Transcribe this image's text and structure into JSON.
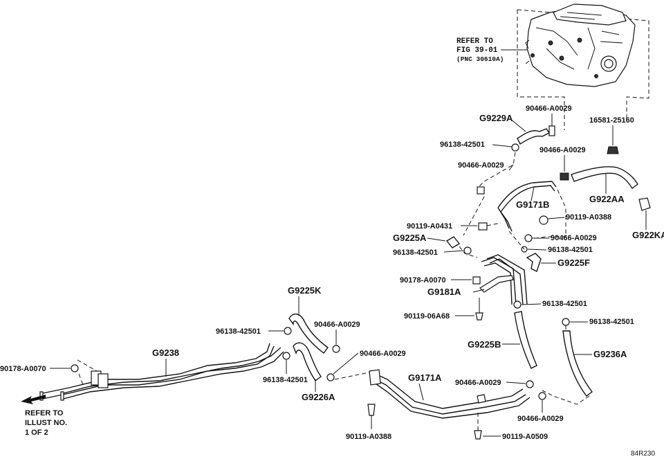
{
  "labels": {
    "refer_fig": [
      "REFER TO",
      "FIG 39-01",
      "(PNC 30610A)"
    ],
    "refer_illust": [
      "REFER TO",
      "ILLUST NO.",
      "1 OF 2"
    ],
    "corner_code": "84R230",
    "g9229a": "G9229A",
    "p90466_top": "90466-A0029",
    "p16581": "16581-25160",
    "p96138_a": "96138-42501",
    "p90466_b": "90466-A0029",
    "p90466_c": "90466-A0029",
    "g922aa": "G922AA",
    "g9171b": "G9171B",
    "g922ka": "G922KA",
    "p90119_a0388_a": "90119-A0388",
    "p90119_a0431": "90119-A0431",
    "g9225a": "G9225A",
    "p90466_d": "90466-A0029",
    "p96138_b": "96138-42501",
    "p96138_c": "96138-42501",
    "g9225f": "G9225F",
    "p90178_a": "90178-A0070",
    "g9181a": "G9181A",
    "g9225k": "G9225K",
    "p96138_d": "96138-42501",
    "p90119_06a68": "90119-06A68",
    "p96138_e": "96138-42501",
    "p96138_f": "96138-42501",
    "p90466_e": "90466-A0029",
    "g9238": "G9238",
    "p90466_f": "90466-A0029",
    "g9225b": "G9225B",
    "g9236a": "G9236A",
    "p90178_b": "90178-A0070",
    "p96138_g": "96138-42501",
    "g9226a": "G9226A",
    "g9171a": "G9171A",
    "p90466_g": "90466-A0029",
    "p90466_h": "90466-A0029",
    "p90119_a0388_b": "90119-A0388",
    "p90119_a0509": "90119-A0509"
  }
}
